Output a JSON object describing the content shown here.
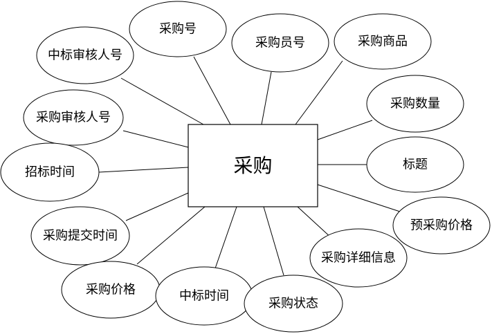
{
  "entity": {
    "label": "采购"
  },
  "attributes": [
    {
      "id": "purchase-no",
      "label": "采购号"
    },
    {
      "id": "buyer-no",
      "label": "采购员号"
    },
    {
      "id": "purchase-goods",
      "label": "采购商品"
    },
    {
      "id": "bid-reviewer-no",
      "label": "中标审核人号"
    },
    {
      "id": "purchase-reviewer-no",
      "label": "采购审核人号"
    },
    {
      "id": "purchase-quantity",
      "label": "采购数量"
    },
    {
      "id": "bid-invite-time",
      "label": "招标时间"
    },
    {
      "id": "title",
      "label": "标题"
    },
    {
      "id": "purchase-submit-time",
      "label": "采购提交时间"
    },
    {
      "id": "pre-purchase-price",
      "label": "预采购价格"
    },
    {
      "id": "purchase-detail",
      "label": "采购详细信息"
    },
    {
      "id": "purchase-price",
      "label": "采购价格"
    },
    {
      "id": "bid-win-time",
      "label": "中标时间"
    },
    {
      "id": "purchase-status",
      "label": "采购状态"
    }
  ]
}
